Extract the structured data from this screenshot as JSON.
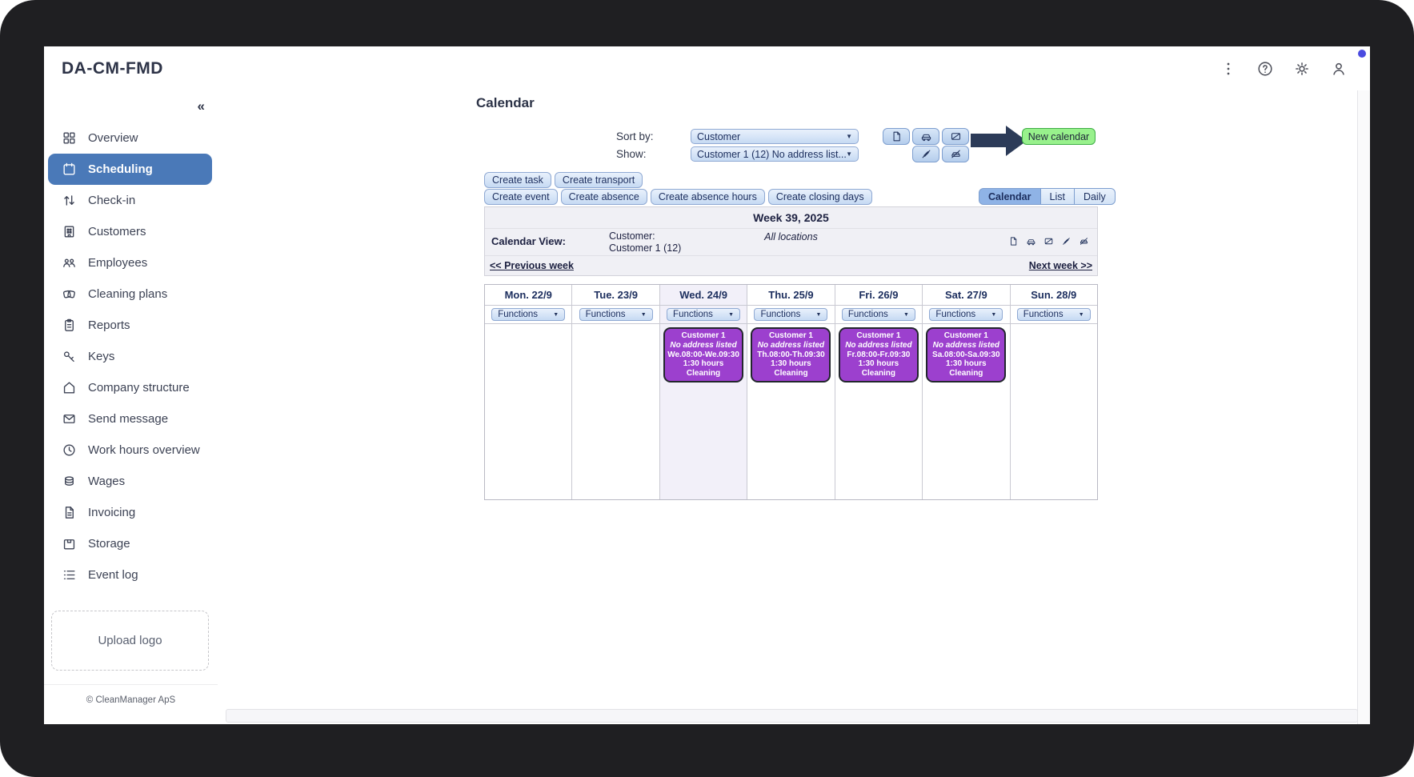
{
  "window": {
    "title": "DA-CM-FMD"
  },
  "topbar": {
    "icons": [
      {
        "name": "kebab-menu-icon"
      },
      {
        "name": "help-icon"
      },
      {
        "name": "settings-icon"
      },
      {
        "name": "user-icon"
      }
    ]
  },
  "sidebar": {
    "collapse_icon": "«",
    "items": [
      {
        "label": "Overview",
        "icon": "grid-icon",
        "selected": false
      },
      {
        "label": "Scheduling",
        "icon": "calendar-icon",
        "selected": true
      },
      {
        "label": "Check-in",
        "icon": "checkin-icon",
        "selected": false
      },
      {
        "label": "Customers",
        "icon": "building-icon",
        "selected": false
      },
      {
        "label": "Employees",
        "icon": "people-icon",
        "selected": false
      },
      {
        "label": "Cleaning plans",
        "icon": "cleaning-plans-icon",
        "selected": false
      },
      {
        "label": "Reports",
        "icon": "clipboard-icon",
        "selected": false
      },
      {
        "label": "Keys",
        "icon": "key-icon",
        "selected": false
      },
      {
        "label": "Company structure",
        "icon": "house-icon",
        "selected": false
      },
      {
        "label": "Send message",
        "icon": "envelope-icon",
        "selected": false
      },
      {
        "label": "Work hours overview",
        "icon": "clock-icon",
        "selected": false
      },
      {
        "label": "Wages",
        "icon": "coins-icon",
        "selected": false
      },
      {
        "label": "Invoicing",
        "icon": "invoice-icon",
        "selected": false
      },
      {
        "label": "Storage",
        "icon": "box-icon",
        "selected": false
      },
      {
        "label": "Event log",
        "icon": "list-icon",
        "selected": false
      }
    ],
    "upload_logo_label": "Upload logo",
    "copyright": "© CleanManager ApS"
  },
  "calendar": {
    "page_title": "Calendar",
    "sort_by_label": "Sort by:",
    "sort_by_value": "Customer",
    "show_label": "Show:",
    "show_value": "Customer 1 (12) No address list...",
    "toolbar_icons_row1": [
      "note-icon",
      "car-icon",
      "no-plan-icon"
    ],
    "toolbar_icons_row2": [
      "no-absence-icon",
      "no-transport-icon"
    ],
    "new_calendar_label": "New calendar",
    "create_buttons_row1": [
      "Create task",
      "Create transport"
    ],
    "create_buttons_row2": [
      "Create event",
      "Create absence",
      "Create absence hours",
      "Create closing days"
    ],
    "view_tabs": [
      {
        "label": "Calendar",
        "selected": true
      },
      {
        "label": "List",
        "selected": false
      },
      {
        "label": "Daily",
        "selected": false
      }
    ],
    "week_title": "Week 39, 2025",
    "calendar_view_label": "Calendar View:",
    "customer_label": "Customer:",
    "customer_value": "Customer 1 (12)",
    "locations_label": "All locations",
    "week_icons": [
      "note-icon",
      "car-icon",
      "no-plan-icon",
      "no-absence-icon",
      "no-transport-icon"
    ],
    "prev_week_label": "<< Previous week",
    "next_week_label": "Next week >>",
    "functions_label": "Functions",
    "days": [
      {
        "label": "Mon. 22/9",
        "today": false,
        "events": []
      },
      {
        "label": "Tue. 23/9",
        "today": false,
        "events": []
      },
      {
        "label": "Wed. 24/9",
        "today": true,
        "events": [
          {
            "customer": "Customer 1",
            "address": "No address listed",
            "time": "We.08:00-We.09:30",
            "duration": "1:30 hours",
            "type": "Cleaning"
          }
        ]
      },
      {
        "label": "Thu. 25/9",
        "today": false,
        "events": [
          {
            "customer": "Customer 1",
            "address": "No address listed",
            "time": "Th.08:00-Th.09:30",
            "duration": "1:30 hours",
            "type": "Cleaning"
          }
        ]
      },
      {
        "label": "Fri. 26/9",
        "today": false,
        "events": [
          {
            "customer": "Customer 1",
            "address": "No address listed",
            "time": "Fr.08:00-Fr.09:30",
            "duration": "1:30 hours",
            "type": "Cleaning"
          }
        ]
      },
      {
        "label": "Sat. 27/9",
        "today": false,
        "events": [
          {
            "customer": "Customer 1",
            "address": "No address listed",
            "time": "Sa.08:00-Sa.09:30",
            "duration": "1:30 hours",
            "type": "Cleaning"
          }
        ]
      },
      {
        "label": "Sun. 28/9",
        "today": false,
        "events": []
      }
    ]
  },
  "colors": {
    "sidebar_selected_blue": "#4a79b8",
    "button_blue": "#c6daf3",
    "selected_tab_blue": "#8fb3e6",
    "event_purple": "#9c40ce",
    "new_calendar_green": "#98f18c",
    "arrow_navy": "#2c3b58",
    "notification_dot_blue": "#4a4be0"
  }
}
